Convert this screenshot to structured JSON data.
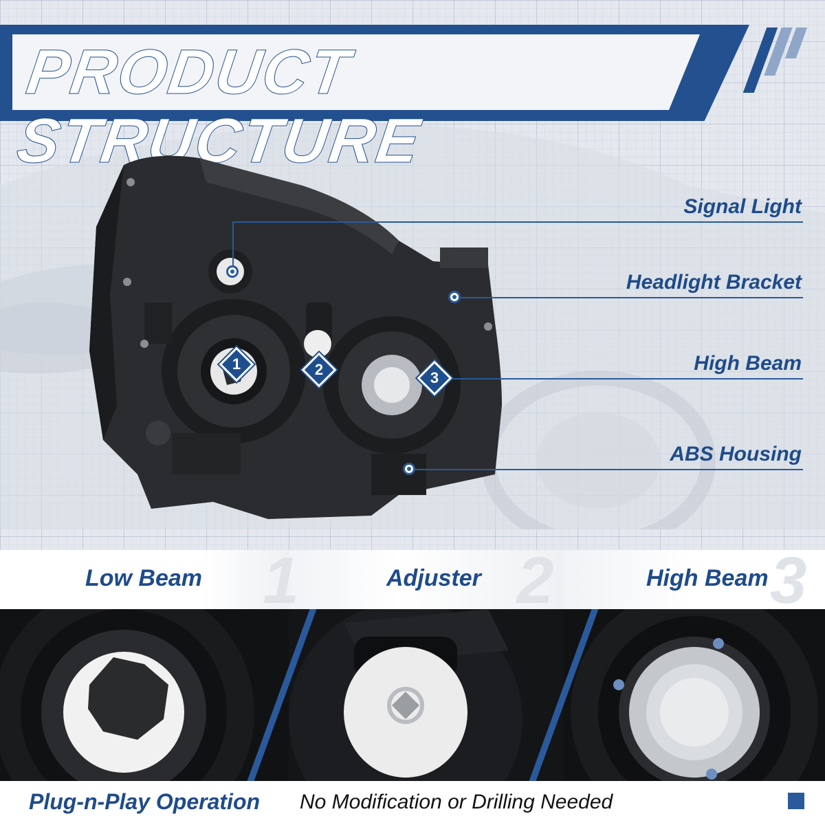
{
  "title": "PRODUCT STRUCTURE",
  "callouts": [
    {
      "label": "Signal Light"
    },
    {
      "label": "Headlight Bracket"
    },
    {
      "label": "High Beam"
    },
    {
      "label": "ABS Housing"
    }
  ],
  "markers": [
    "1",
    "2",
    "3"
  ],
  "sections": [
    {
      "label": "Low Beam",
      "number": "1"
    },
    {
      "label": "Adjuster",
      "number": "2"
    },
    {
      "label": "High Beam",
      "number": "3"
    }
  ],
  "footer": {
    "main": "Plug-n-Play Operation",
    "sub": "No Modification or Drilling Needed"
  },
  "colors": {
    "brand_blue": "#23508f",
    "text_blue": "#1e4b8a",
    "background": "#e4e8ee"
  }
}
